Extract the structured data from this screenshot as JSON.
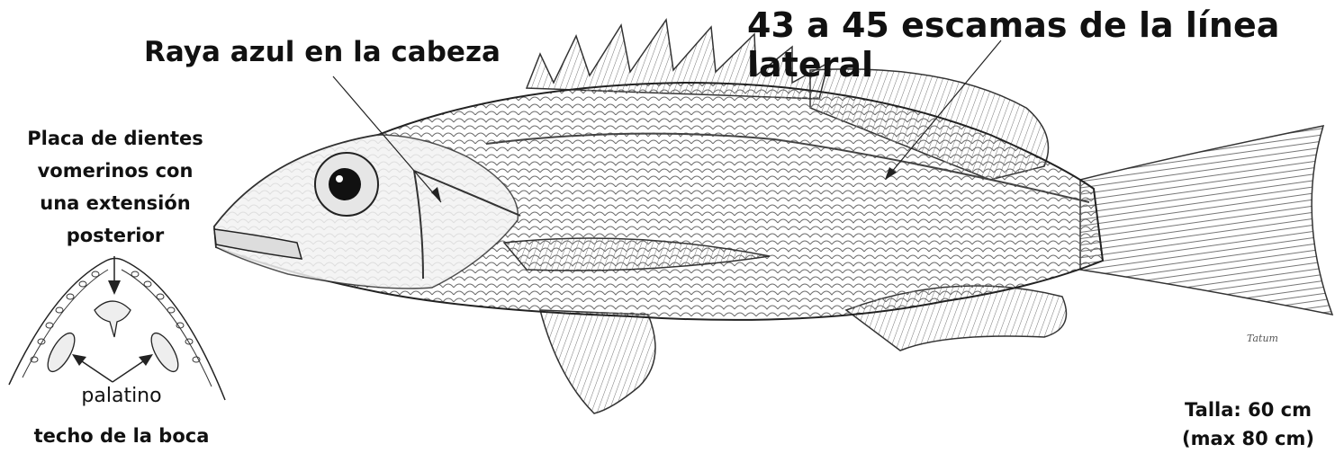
{
  "labels": {
    "head_stripe": "Raya azul en la cabeza",
    "lateral_line": "43 a 45 escamas de la línea lateral",
    "vomerine_plate": [
      "Placa de dientes",
      "vomerinos con",
      "una extensión",
      "posterior"
    ],
    "palatine": "palatino",
    "mouth_roof": "techo de la boca",
    "size": [
      "Talla: 60 cm",
      "(max 80 cm)"
    ]
  },
  "signature": "Tatum"
}
